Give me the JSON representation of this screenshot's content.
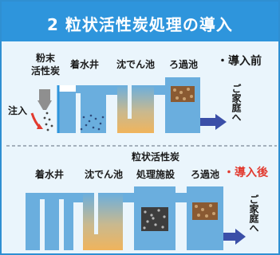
{
  "title": "2 粒状活性炭処理の導入",
  "before": {
    "tag": "・導入前",
    "powder_label_1": "粉末",
    "powder_label_2": "活性炭",
    "inject_label": "注入",
    "facilities": [
      "着水井",
      "沈でん池",
      "ろ過池"
    ],
    "home": "ご家庭へ"
  },
  "after": {
    "tag": "導入後",
    "facilities": [
      "着水井",
      "沈でん池",
      "処理施設",
      "ろ過池"
    ],
    "gac_label": "粒状活性炭",
    "home": "ご家庭へ"
  },
  "colors": {
    "accent": "#2e95dc",
    "water": "#6aaede",
    "tank_wall": "#2e95dc",
    "sludge": "#f0b45c",
    "filter": "#8a5a32",
    "carbon": "#3d3d3d",
    "red": "#e23a2f",
    "arrow": "#3b4fa8"
  },
  "icons": [
    "powder-hopper-icon",
    "inject-arrow-icon",
    "flow-arrow-icon"
  ]
}
